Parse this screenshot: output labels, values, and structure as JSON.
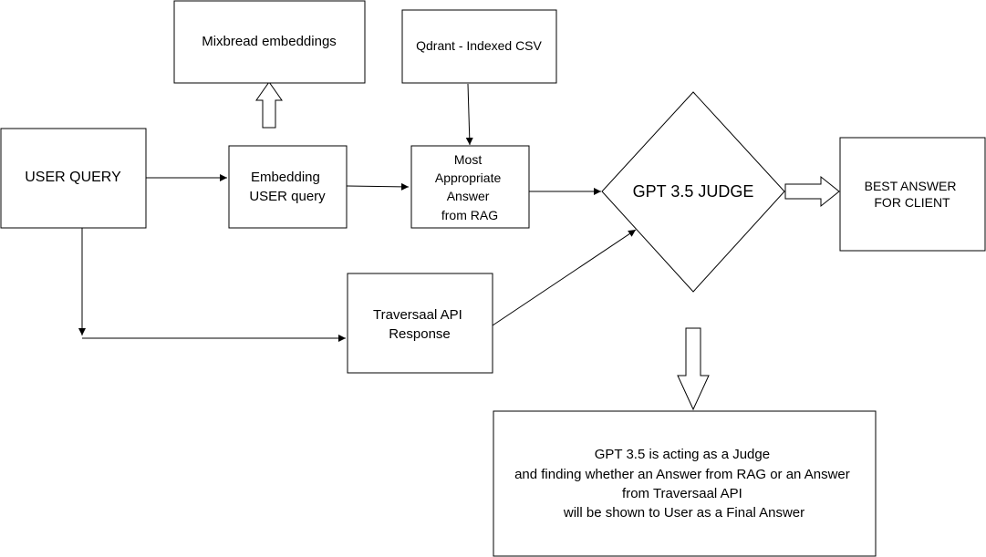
{
  "nodes": {
    "user_query": {
      "lines": [
        "USER QUERY"
      ]
    },
    "mixbread": {
      "lines": [
        "Mixbread embeddings"
      ]
    },
    "qdrant": {
      "lines": [
        "Qdrant - Indexed CSV"
      ]
    },
    "embedding": {
      "lines": [
        "Embedding",
        "USER query"
      ]
    },
    "most_appropriate": {
      "lines": [
        "Most",
        "Appropriate",
        "Answer",
        "from RAG"
      ]
    },
    "judge": {
      "lines": [
        "GPT 3.5 JUDGE"
      ]
    },
    "best_answer": {
      "lines": [
        "BEST ANSWER",
        "FOR CLIENT"
      ]
    },
    "traversaal": {
      "lines": [
        "Traversaal API",
        "Response"
      ]
    },
    "explanation": {
      "lines": [
        "GPT 3.5 is acting as a Judge",
        "and finding whether an Answer from RAG or an Answer",
        "from Traversaal API",
        "will be shown to User as a Final Answer"
      ]
    }
  },
  "edges": [
    {
      "from": "user_query",
      "to": "embedding"
    },
    {
      "from": "embedding",
      "to": "mixbread",
      "style": "hollow"
    },
    {
      "from": "embedding",
      "to": "most_appropriate"
    },
    {
      "from": "qdrant",
      "to": "most_appropriate"
    },
    {
      "from": "most_appropriate",
      "to": "judge"
    },
    {
      "from": "user_query",
      "to": "traversaal"
    },
    {
      "from": "traversaal",
      "to": "judge"
    },
    {
      "from": "judge",
      "to": "best_answer",
      "style": "hollow"
    },
    {
      "from": "judge",
      "to": "explanation",
      "style": "hollow"
    }
  ]
}
